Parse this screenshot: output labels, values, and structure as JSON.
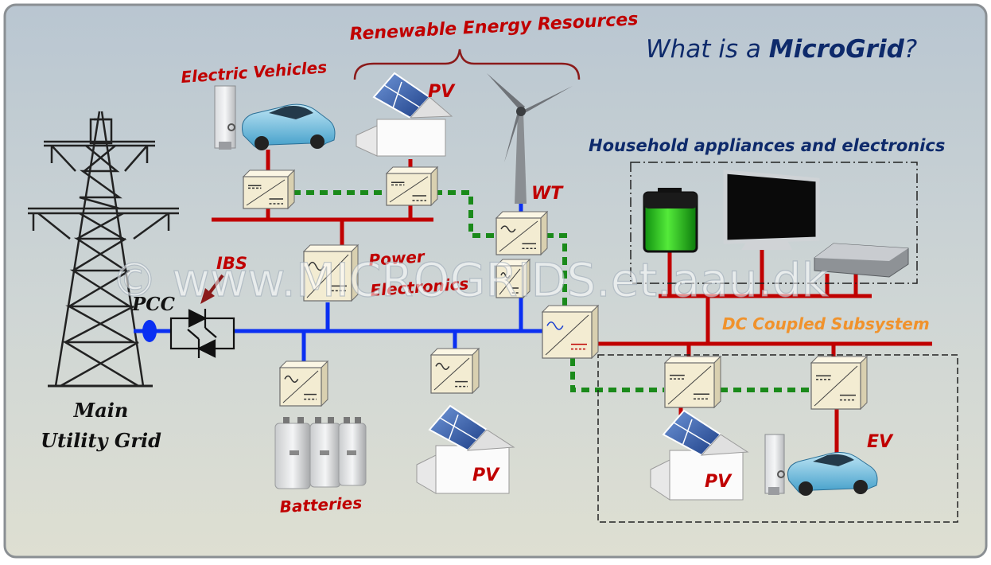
{
  "title": {
    "prefix": "What is a ",
    "emphasis": "MicroGrid",
    "suffix": "?"
  },
  "labels": {
    "renewable": "Renewable  Energy Resources",
    "electric_vehicles": "Electric Vehicles",
    "pv_top": "PV",
    "wt": "WT",
    "household": "Household  appliances  and electronics",
    "ibs": "IBS",
    "pcc": "PCC",
    "power_electronics_1": "Power",
    "power_electronics_2": "Electronics",
    "dc_subsystem": "DC Coupled Subsystem",
    "main_grid_1": "Main",
    "main_grid_2": "Utility Grid",
    "batteries": "Batteries",
    "pv_bottom": "PV",
    "pv_dc": "PV",
    "ev": "EV",
    "watermark": "© www.MICROGRIDS.et.aau.dk"
  },
  "colors": {
    "ac_bus": "#0a2ff2",
    "dc_bus": "#c00000",
    "comm_link": "#1a8a1a",
    "label_red": "#c00000",
    "label_navy": "#0e2a6b",
    "label_orange": "#f0922c"
  }
}
